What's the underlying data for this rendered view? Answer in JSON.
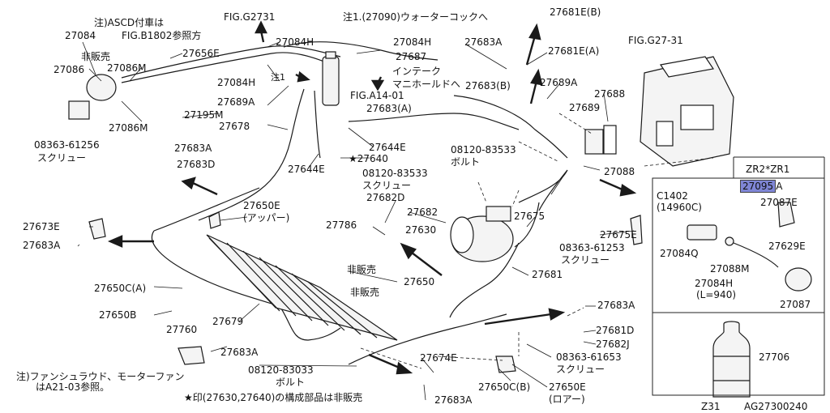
{
  "labels": {
    "l27084": "27084",
    "l27086": "27086",
    "hihanbai1": "非販売",
    "l27086M_a": "27086M",
    "l27086M_b": "27086M",
    "l27656E": "27656E",
    "note_ascd_1": "注)ASCD付車は",
    "note_ascd_2": "FIG.B1802参照方",
    "fig_g2731": "FIG.G2731",
    "l27084H_a": "27084H",
    "l27084H_b": "27084H",
    "l27084H_c": "27084H",
    "note1_water": "注1.(27090)ウォーターコックへ",
    "l27687": "27687",
    "intake_1": "インテーク",
    "intake_2": "マニホールドへ",
    "note1_small": "注1",
    "l27689A_a": "27689A",
    "l27195M": "27195M",
    "l27678": "27678",
    "fig_a1401": "FIG.A14-01",
    "l27683A_paren": "27683(A)",
    "l27644E_a": "27644E",
    "l27644E_b": "27644E",
    "star27640": "★27640",
    "l08363_61256": "08363-61256",
    "screw_1": "スクリュー",
    "l27683A_a": "27683A",
    "l27683D": "27683D",
    "l27681E_B": "27681E(B)",
    "l27683A_b": "27683A",
    "l27681E_A": "27681E(A)",
    "l27683B_paren": "27683(B)",
    "l27689A_b": "27689A",
    "l27688": "27688",
    "l27689": "27689",
    "fig_g2731b": "FIG.G27-31",
    "l08120_83533a": "08120-83533",
    "bolt_1": "ボルト",
    "l08120_83533b": "08120-83533",
    "screw_2": "スクリュー",
    "l27088": "27088",
    "l27682D": "27682D",
    "l27682": "27682",
    "l27675": "27675",
    "l27786": "27786",
    "l27630": "27630",
    "l27650E_upper": "27650E",
    "upper_jp": "(アッパー)",
    "l27673E": "27673E",
    "l27683A_c": "27683A",
    "l27675E": "27675E",
    "l08363_61253": "08363-61253",
    "screw_3": "スクリュー",
    "hihanbai2": "非販売",
    "hihanbai3": "非販売",
    "l27650": "27650",
    "l27681": "27681",
    "l27650C_A": "27650C(A)",
    "l27650B": "27650B",
    "l27679": "27679",
    "l27760": "27760",
    "l27683A_d": "27683A",
    "l27683A_e": "27683A",
    "l27681D": "27681D",
    "l27682J": "27682J",
    "l08363_61653": "08363-61653",
    "screw_4": "スクリュー",
    "l27674E": "27674E",
    "l08120_83033": "08120-83033",
    "bolt_2": "ボルト",
    "l27650C_B": "27650C(B)",
    "l27650E_lower": "27650E",
    "lower_jp": "(ロアー)",
    "l27683A_f": "27683A",
    "note_fan_1": "注)ファンシュラウド、モーターファン",
    "note_fan_2": "はA21-03参照。",
    "note_star": "★印(27630,27640)の構成部品は非販売"
  },
  "inset": {
    "header": "ZR2*ZR1",
    "highlight": "27095",
    "highlight_suffix": "A",
    "c1402": "C1402",
    "c14960c": "(14960C)",
    "l27087E": "27087E",
    "l27629E": "27629E",
    "l27084Q": "27084Q",
    "l27088M": "27088M",
    "l27084H_len_1": "27084H",
    "l27084H_len_2": "(L=940)",
    "l27087": "27087",
    "l27706": "27706"
  },
  "footer": {
    "model": "Z31",
    "code": "AG27300240"
  },
  "colors": {
    "line": "#1a1a1a",
    "highlight": "#7f86d6",
    "background": "#ffffff"
  }
}
